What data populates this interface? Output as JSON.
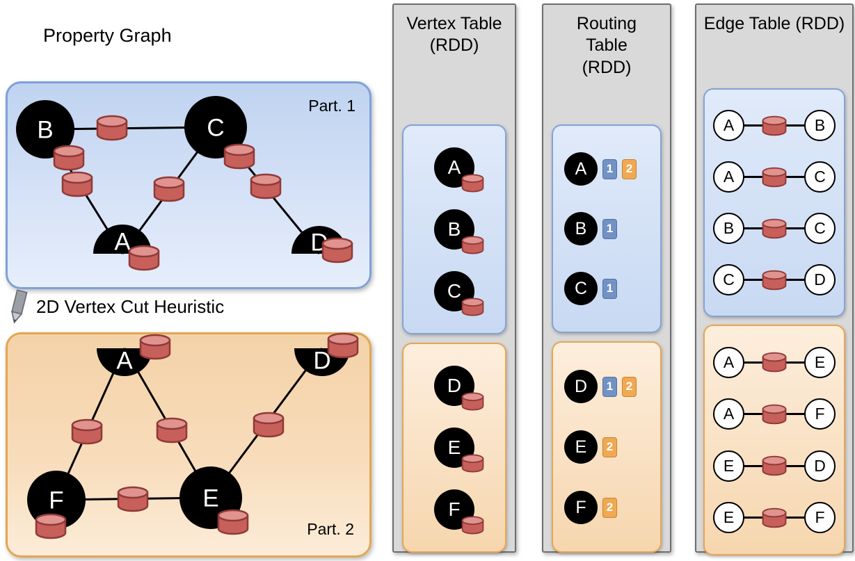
{
  "page": {
    "title": "Property Graph",
    "heuristic_label": "2D Vertex Cut Heuristic"
  },
  "icons": {
    "heuristic_pointer": "pencil-icon",
    "property_marker": "database-cylinder-icon"
  },
  "colors": {
    "partition1_fill": "#d6e2f7",
    "partition1_border": "#7fa1d8",
    "partition2_fill": "#f8dcba",
    "partition2_border": "#e2a653",
    "column_fill": "#d9d9d9",
    "column_border": "#6e6e6e",
    "group_blue_fill": "#c8d9f2",
    "group_blue_border": "#84a3d4",
    "group_orange_fill": "#f6d6ae",
    "group_orange_border": "#e5a653",
    "cylinder_fill": "#c75f5b",
    "cylinder_top": "#e1938f",
    "cylinder_border": "#8f3a37",
    "badge_blue": "#7292c6",
    "badge_orange": "#f0a953",
    "vertex_fill": "#000000",
    "edge_stroke": "#000000"
  },
  "property_graph": {
    "part1": {
      "label": "Part. 1",
      "vertices": [
        "B",
        "C",
        "A",
        "D"
      ],
      "edges": [
        {
          "from": "B",
          "to": "C"
        },
        {
          "from": "B",
          "to": "A"
        },
        {
          "from": "C",
          "to": "A"
        },
        {
          "from": "C",
          "to": "D"
        }
      ]
    },
    "part2": {
      "label": "Part. 2",
      "vertices": [
        "A",
        "D",
        "F",
        "E"
      ],
      "edges": [
        {
          "from": "A",
          "to": "F"
        },
        {
          "from": "A",
          "to": "E"
        },
        {
          "from": "D",
          "to": "E"
        },
        {
          "from": "F",
          "to": "E"
        }
      ]
    }
  },
  "vertex_table": {
    "title": "Vertex Table (RDD)",
    "part1": [
      "A",
      "B",
      "C"
    ],
    "part2": [
      "D",
      "E",
      "F"
    ]
  },
  "routing_table": {
    "title": "Routing Table (RDD)",
    "part1": [
      {
        "vertex": "A",
        "parts": [
          "1",
          "2"
        ]
      },
      {
        "vertex": "B",
        "parts": [
          "1"
        ]
      },
      {
        "vertex": "C",
        "parts": [
          "1"
        ]
      }
    ],
    "part2": [
      {
        "vertex": "D",
        "parts": [
          "1",
          "2"
        ]
      },
      {
        "vertex": "E",
        "parts": [
          "2"
        ]
      },
      {
        "vertex": "F",
        "parts": [
          "2"
        ]
      }
    ]
  },
  "edge_table": {
    "title": "Edge Table (RDD)",
    "part1": [
      {
        "from": "A",
        "to": "B"
      },
      {
        "from": "A",
        "to": "C"
      },
      {
        "from": "B",
        "to": "C"
      },
      {
        "from": "C",
        "to": "D"
      }
    ],
    "part2": [
      {
        "from": "A",
        "to": "E"
      },
      {
        "from": "A",
        "to": "F"
      },
      {
        "from": "E",
        "to": "D"
      },
      {
        "from": "E",
        "to": "F"
      }
    ]
  }
}
